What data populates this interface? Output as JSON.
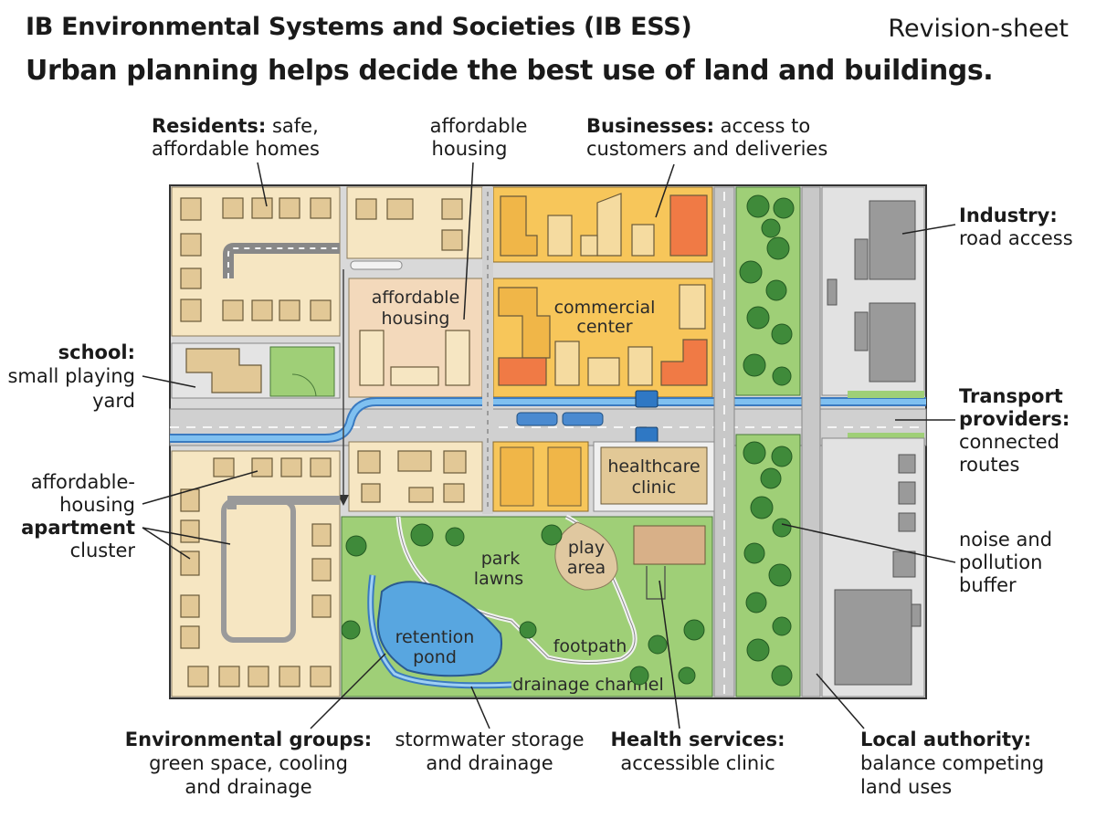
{
  "header": {
    "subject": "IB Environmental Systems and Societies (IB ESS)",
    "tag": "Revision-sheet",
    "title": "Urban planning helps decide the best use of land and buildings."
  },
  "map_labels": {
    "affordable_housing_block": [
      "affordable",
      "housing"
    ],
    "commercial_center": [
      "commercial",
      "center"
    ],
    "healthcare_clinic": [
      "healthcare",
      "clinic"
    ],
    "play_area": [
      "play",
      "area"
    ],
    "park_lawns": [
      "park",
      "lawns"
    ],
    "retention_pond": [
      "retention",
      "pond"
    ],
    "footpath": "footpath",
    "drainage_channel": "drainage channel"
  },
  "callouts": {
    "residents": {
      "bold": "Residents:",
      "rest": " safe,",
      "line2": "affordable homes"
    },
    "affordable_housing": {
      "line1": "affordable",
      "line2": "housing"
    },
    "businesses": {
      "bold": "Businesses:",
      "rest": " access to",
      "line2": "customers and deliveries"
    },
    "industry": {
      "bold": "Industry:",
      "line2": "road access"
    },
    "school": {
      "bold": "school:",
      "line2": "small playing",
      "line3": "yard"
    },
    "transport": {
      "bold1": "Transport",
      "bold2": "providers:",
      "line3": "connected",
      "line4": "routes"
    },
    "apartment": {
      "line1": "affordable-",
      "line2": "housing",
      "bold": "apartment",
      "line4": "cluster"
    },
    "noise": {
      "line1": "noise and",
      "line2": "pollution",
      "line3": "buffer"
    },
    "environmental": {
      "bold": "Environmental groups:",
      "line2": "green space, cooling",
      "line3": "and drainage"
    },
    "stormwater": {
      "line1": "stormwater storage",
      "line2": "and drainage"
    },
    "health": {
      "bold": "Health services:",
      "line2": "accessible clinic"
    },
    "local": {
      "bold": "Local authority:",
      "line2": "balance competing",
      "line3": "land uses"
    }
  },
  "colors": {
    "residential": "#f6e6c2",
    "commercial": "#f7c65a",
    "commercial_hot": "#f07a45",
    "housing_block": "#f3d9bb",
    "park": "#9fcf77",
    "road": "#d8d8d8",
    "water": "#58a6e0",
    "industry": "#9a9a9a",
    "tree": "#3f8a3a"
  }
}
